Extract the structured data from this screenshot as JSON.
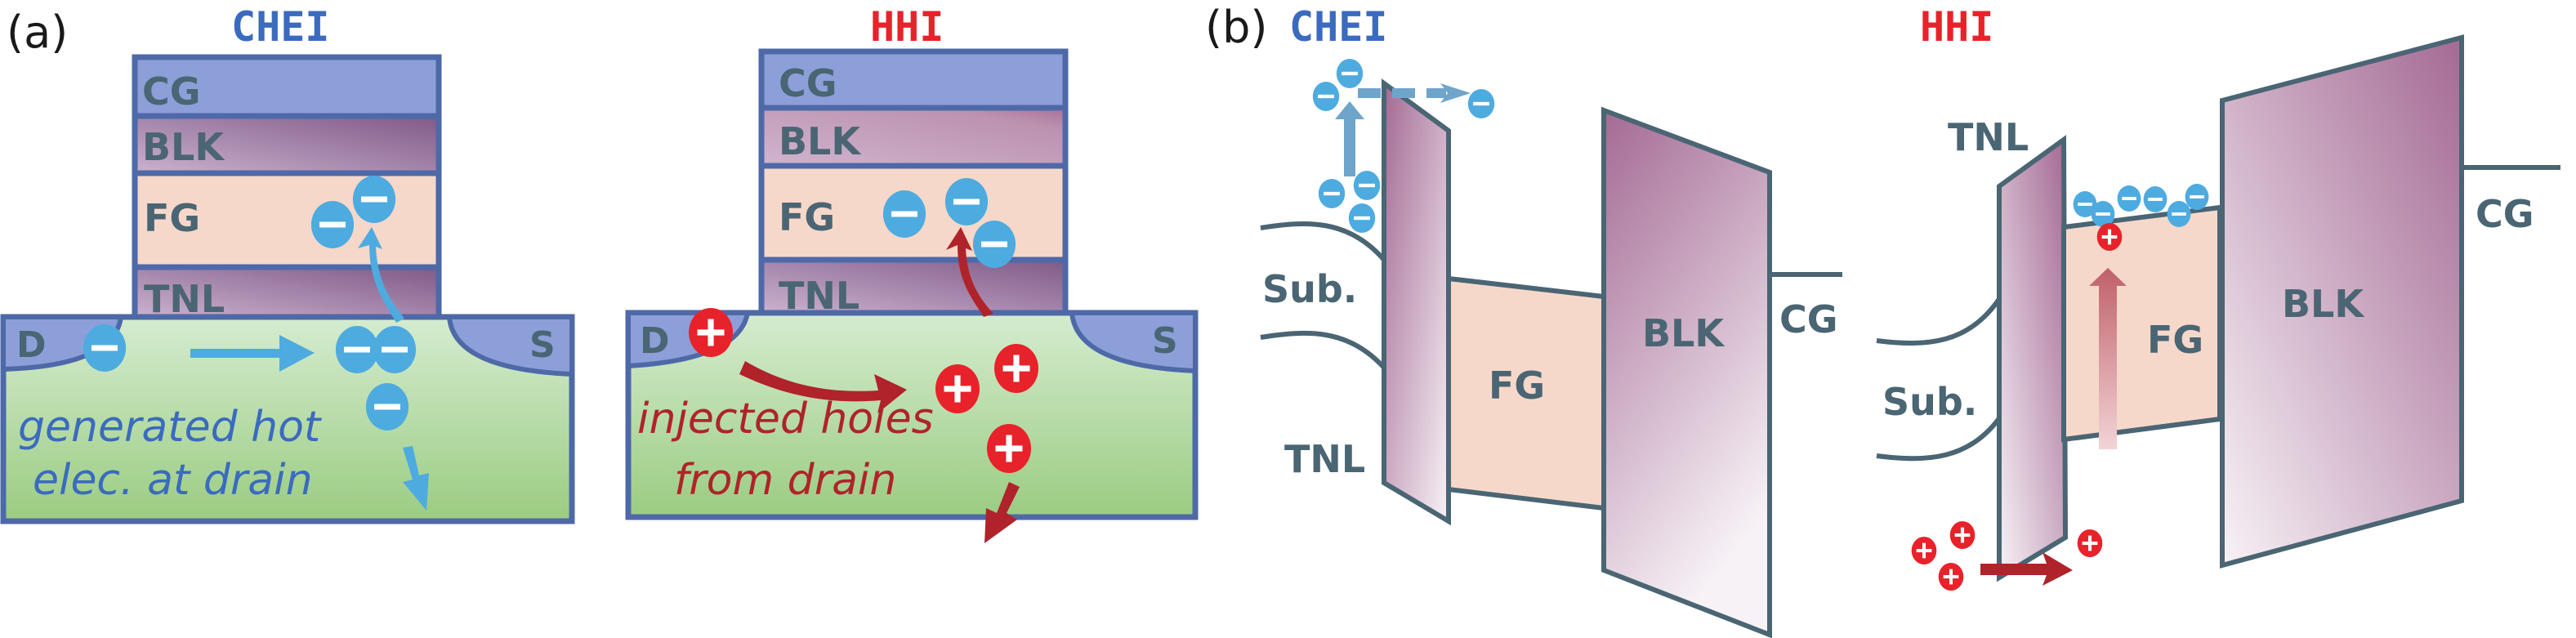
{
  "figure": {
    "panel_a": {
      "label": "(a)",
      "chei": {
        "title": "CHEI",
        "layers": [
          "CG",
          "BLK",
          "FG",
          "TNL"
        ],
        "drain": "D",
        "source": "S",
        "caption_line1": "generated hot",
        "caption_line2": "elec. at drain",
        "carrier": "electron"
      },
      "hhi": {
        "title": "HHI",
        "layers": [
          "CG",
          "BLK",
          "FG",
          "TNL"
        ],
        "drain": "D",
        "source": "S",
        "caption_line1": "injected holes",
        "caption_line2": "from drain",
        "carrier": "hole"
      }
    },
    "panel_b": {
      "label": "(b)",
      "chei": {
        "title": "CHEI",
        "sub_label": "Sub.",
        "tnl_label": "TNL",
        "fg_label": "FG",
        "blk_label": "BLK",
        "cg_label": "CG"
      },
      "hhi": {
        "title": "HHI",
        "sub_label": "Sub.",
        "tnl_label": "TNL",
        "fg_label": "FG",
        "blk_label": "BLK",
        "cg_label": "CG"
      }
    },
    "symbols": {
      "electron": "−",
      "hole": "+"
    },
    "colors": {
      "chei_title": "#3a6bbf",
      "hhi_title": "#e8222a",
      "electron": "#4eabe0",
      "hole": "#e8222a",
      "hole_arrow": "#b0232a",
      "cg": "#8d9fd8",
      "fg": "#f6d8ca",
      "blk": "#a26a93",
      "substrate": "#b7db9f",
      "outline": "#4e69a8",
      "band_line": "#4a6573"
    }
  }
}
